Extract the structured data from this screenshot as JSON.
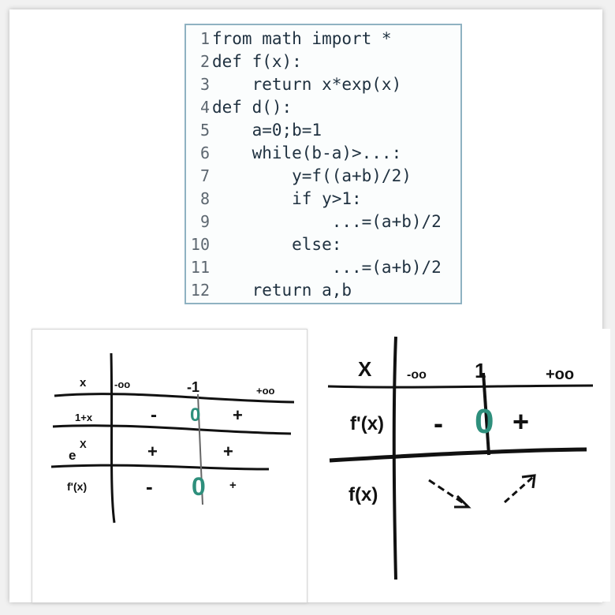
{
  "code": {
    "lines": [
      {
        "num": "1",
        "text": "from math import *"
      },
      {
        "num": "2",
        "text": "def f(x):"
      },
      {
        "num": "3",
        "text": "    return x*exp(x)"
      },
      {
        "num": "4",
        "text": "def d():"
      },
      {
        "num": "5",
        "text": "    a=0;b=1"
      },
      {
        "num": "6",
        "text": "    while(b-a)>...:"
      },
      {
        "num": "7",
        "text": "        y=f((a+b)/2)"
      },
      {
        "num": "8",
        "text": "        if y>1:"
      },
      {
        "num": "9",
        "text": "            ...=(a+b)/2"
      },
      {
        "num": "10",
        "text": "        else:"
      },
      {
        "num": "11",
        "text": "            ...=(a+b)/2"
      },
      {
        "num": "12",
        "text": "    return a,b"
      }
    ]
  },
  "sign_table_left": {
    "x_label": "x",
    "minus_inf": "-oo",
    "critical": "-1",
    "plus_inf": "+oo",
    "rows": [
      {
        "label": "1+x",
        "left": "-",
        "mid": "0",
        "right": "+"
      },
      {
        "label": "e",
        "label_sup": "X",
        "left": "+",
        "right": "+"
      },
      {
        "label": "f'(x)",
        "left": "-",
        "mid": "0",
        "right": "+"
      }
    ]
  },
  "sign_table_right": {
    "x_label": "X",
    "minus_inf": "-oo",
    "critical": "1",
    "plus_inf": "+oo",
    "deriv_label": "f'(x)",
    "deriv_left": "-",
    "deriv_mid": "0",
    "deriv_right": "+",
    "func_label": "f(x)"
  },
  "colors": {
    "zero_teal": "#2e8f7c",
    "keyword": "#1f3140",
    "ink": "#111111"
  }
}
